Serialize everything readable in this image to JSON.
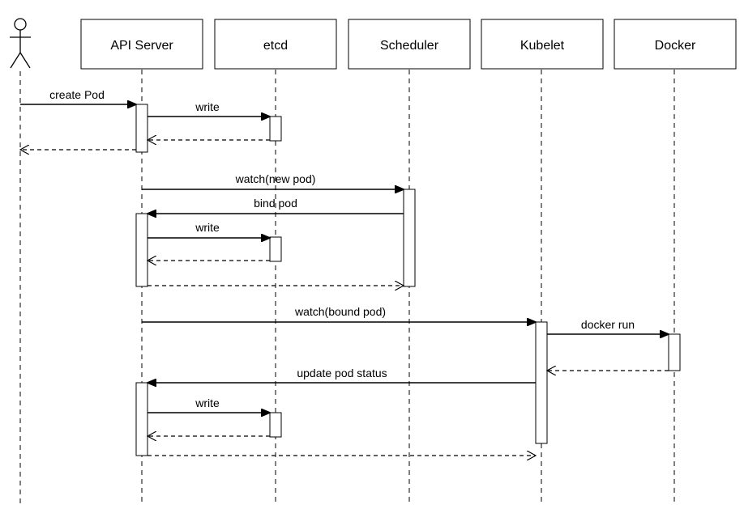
{
  "participants": [
    {
      "id": "user",
      "label": "",
      "kind": "actor"
    },
    {
      "id": "api",
      "label": "API Server",
      "kind": "box"
    },
    {
      "id": "etcd",
      "label": "etcd",
      "kind": "box"
    },
    {
      "id": "scheduler",
      "label": "Scheduler",
      "kind": "box"
    },
    {
      "id": "kubelet",
      "label": "Kubelet",
      "kind": "box"
    },
    {
      "id": "docker",
      "label": "Docker",
      "kind": "box"
    }
  ],
  "messages": [
    {
      "id": "m1",
      "from": "user",
      "to": "api",
      "label": "create Pod",
      "style": "solid"
    },
    {
      "id": "m2",
      "from": "api",
      "to": "etcd",
      "label": "write",
      "style": "solid"
    },
    {
      "id": "m3",
      "from": "etcd",
      "to": "api",
      "label": "",
      "style": "dashed"
    },
    {
      "id": "m4",
      "from": "api",
      "to": "user",
      "label": "",
      "style": "dashed"
    },
    {
      "id": "m5",
      "from": "api",
      "to": "scheduler",
      "label": "watch(new pod)",
      "style": "solid"
    },
    {
      "id": "m6",
      "from": "scheduler",
      "to": "api",
      "label": "bind pod",
      "style": "solid"
    },
    {
      "id": "m7",
      "from": "api",
      "to": "etcd",
      "label": "write",
      "style": "solid"
    },
    {
      "id": "m8",
      "from": "etcd",
      "to": "api",
      "label": "",
      "style": "dashed"
    },
    {
      "id": "m9",
      "from": "api",
      "to": "scheduler",
      "label": "",
      "style": "dashed"
    },
    {
      "id": "m10",
      "from": "api",
      "to": "kubelet",
      "label": "watch(bound pod)",
      "style": "solid"
    },
    {
      "id": "m11",
      "from": "kubelet",
      "to": "docker",
      "label": "docker run",
      "style": "solid"
    },
    {
      "id": "m12",
      "from": "docker",
      "to": "kubelet",
      "label": "",
      "style": "dashed"
    },
    {
      "id": "m13",
      "from": "kubelet",
      "to": "api",
      "label": "update pod status",
      "style": "solid"
    },
    {
      "id": "m14",
      "from": "api",
      "to": "etcd",
      "label": "write",
      "style": "solid"
    },
    {
      "id": "m15",
      "from": "etcd",
      "to": "api",
      "label": "",
      "style": "dashed"
    },
    {
      "id": "m16",
      "from": "api",
      "to": "kubelet",
      "label": "",
      "style": "dashed"
    }
  ]
}
